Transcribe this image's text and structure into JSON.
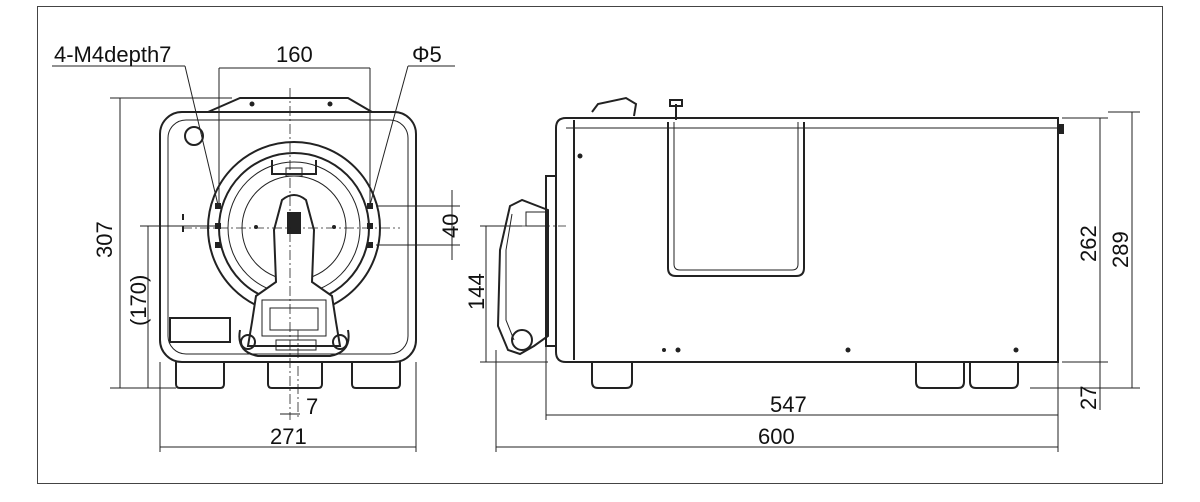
{
  "front_view": {
    "callouts": {
      "tapped_holes": "4-M4depth7",
      "hole_diameter": "Φ5"
    },
    "dimensions": {
      "hole_spacing_width": "160",
      "hole_spacing_height": "40",
      "overall_height": "307",
      "reference_height": "(170)",
      "center_offset": "7",
      "overall_width": "271"
    }
  },
  "side_view": {
    "dimensions": {
      "handle_height": "144",
      "body_height": "262",
      "overall_height": "289",
      "feet_height": "27",
      "body_length": "547",
      "overall_length": "600"
    }
  }
}
